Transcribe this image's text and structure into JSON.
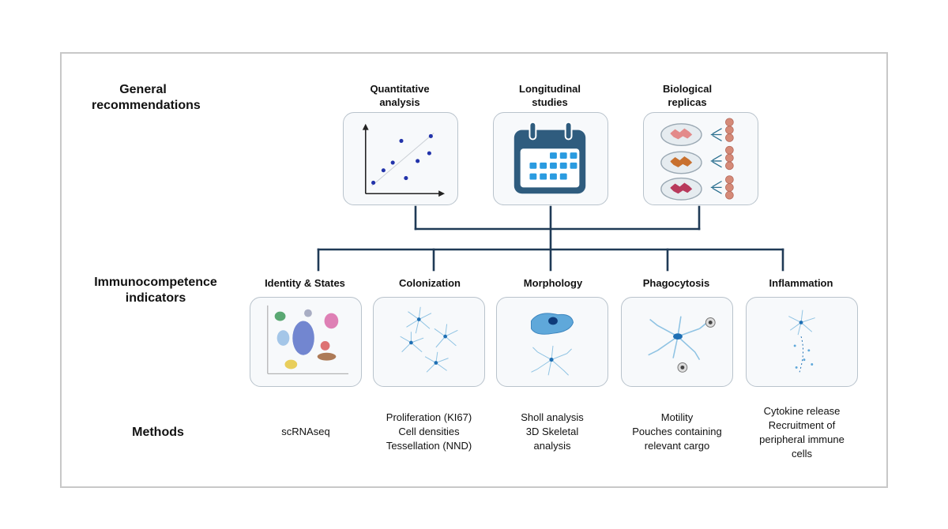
{
  "rows": {
    "general": "General\nrecommendations",
    "immuno": "Immunocompetence\nindicators",
    "methods": "Methods"
  },
  "recommendations": [
    {
      "title": "Quantitative\nanalysis",
      "icon": "scatter-plot-icon"
    },
    {
      "title": "Longitudinal\nstudies",
      "icon": "calendar-icon"
    },
    {
      "title": "Biological\nreplicas",
      "icon": "petri-dish-replicas-icon"
    }
  ],
  "indicators": [
    {
      "title": "Identity & States",
      "icon": "tsne-cluster-plot-icon",
      "methods": [
        "scRNAseq"
      ]
    },
    {
      "title": "Colonization",
      "icon": "microglia-network-icon",
      "methods": [
        "Proliferation (KI67)",
        "Cell densities",
        "Tessellation (NND)"
      ]
    },
    {
      "title": "Morphology",
      "icon": "cell-morphology-icon",
      "methods": [
        "Sholl analysis",
        "3D Skeletal",
        "analysis"
      ]
    },
    {
      "title": "Phagocytosis",
      "icon": "phagocytosing-cell-icon",
      "methods": [
        "Motility",
        "Pouches containing",
        "relevant cargo"
      ]
    },
    {
      "title": "Inflammation",
      "icon": "inflammatory-cell-icon",
      "methods": [
        "Cytokine release",
        "Recruitment of",
        "peripheral immune",
        "cells"
      ]
    }
  ],
  "colors": {
    "connector": "#1f3a56",
    "calendar": "#2f5c7e",
    "calendar_cells": "#2a9be0",
    "scatter_points": "#2233aa",
    "microglia": "#8fc3e3",
    "nucleus": "#1e6fb4",
    "border": "#c8c8c8"
  }
}
